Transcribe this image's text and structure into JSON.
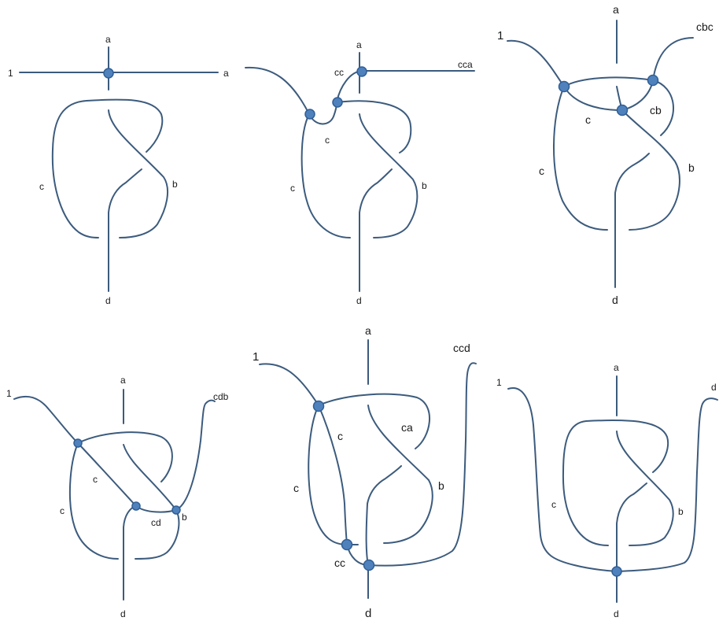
{
  "panels": [
    {
      "labels": {
        "a_top": "a",
        "one": "1",
        "a_right": "a",
        "c": "c",
        "b": "b",
        "d": "d"
      }
    },
    {
      "labels": {
        "a_top": "a",
        "cc": "cc",
        "cca": "cca",
        "c_small": "c",
        "c": "c",
        "b": "b",
        "d": "d"
      }
    },
    {
      "labels": {
        "one": "1",
        "a_top": "a",
        "cbc": "cbc",
        "c_small": "c",
        "cb": "cb",
        "c": "c",
        "b": "b",
        "d": "d"
      }
    },
    {
      "labels": {
        "one": "1",
        "a_top": "a",
        "cdb": "cdb",
        "c_small": "c",
        "c": "c",
        "cd": "cd",
        "b": "b",
        "d": "d"
      }
    },
    {
      "labels": {
        "one": "1",
        "a_top": "a",
        "ccd": "ccd",
        "c_inner": "c",
        "ca": "ca",
        "c": "c",
        "b": "b",
        "cc": "cc",
        "d": "d"
      }
    },
    {
      "labels": {
        "one": "1",
        "a_top": "a",
        "d_right": "d",
        "c": "c",
        "b": "b",
        "d": "d"
      }
    }
  ],
  "colors": {
    "strand": "#3c5b7d",
    "vertex": "#4f81bd",
    "label": "#1a1a1a"
  }
}
